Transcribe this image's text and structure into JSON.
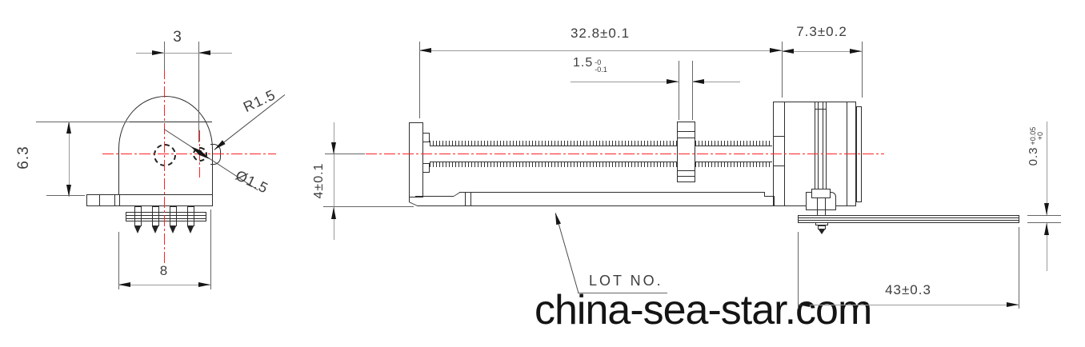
{
  "watermark": {
    "text": "china-sea-star.com"
  },
  "callouts": {
    "lot_no": "LOT NO.",
    "radius": "R1.5",
    "diameter": "Ø1.5"
  },
  "dims": {
    "top_width": "3",
    "front_height": "6.3",
    "front_width": "8",
    "body_length": "32.8±0.1",
    "rear_length": "7.3±0.2",
    "nut_width": {
      "value": "1.5",
      "upper": "-0",
      "lower": "-0.1"
    },
    "center_height": "4±0.1",
    "plate_thickness": {
      "value": "0.3",
      "upper": "+0.05",
      "lower": "+0"
    },
    "plate_length": "43±0.3"
  },
  "colors": {
    "centerline": "#ff2222",
    "object_line": "#2e2e2e",
    "dimension_line": "#9a9a9a",
    "text": "#3d3d3d"
  }
}
